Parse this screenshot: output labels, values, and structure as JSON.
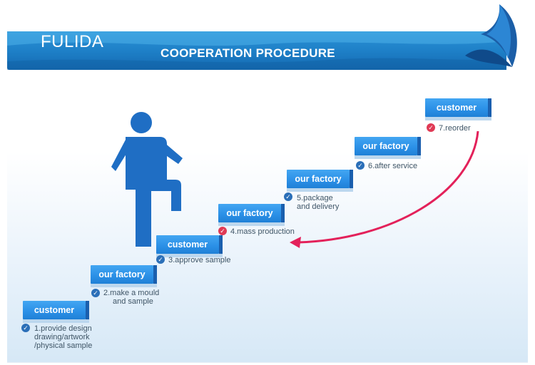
{
  "brand": "FULIDA",
  "banner_title": "COOPERATION PROCEDURE",
  "colors": {
    "banner": "#1d7ec6",
    "step_box": "#2a8fe6",
    "check_blue": "#2b6fb8",
    "check_red": "#e03a55",
    "figure": "#1f6ec4",
    "arrow": "#e3215a"
  },
  "steps": [
    {
      "box": "customer",
      "desc": [
        "1.provide design",
        "drawing/artwork",
        "/physical sample"
      ],
      "check_icon": "blue-check-icon"
    },
    {
      "box": "our factory",
      "desc": [
        "2.make a mould",
        "and sample"
      ],
      "check_icon": "blue-check-icon"
    },
    {
      "box": "customer",
      "desc": [
        "3.approve sample"
      ],
      "check_icon": "blue-check-icon"
    },
    {
      "box": "our factory",
      "desc": [
        "4.mass production"
      ],
      "check_icon": "red-check-icon"
    },
    {
      "box": "our factory",
      "desc": [
        "5.package",
        "and delivery"
      ],
      "check_icon": "blue-check-icon"
    },
    {
      "box": "our factory",
      "desc": [
        "6.after service"
      ],
      "check_icon": "blue-check-icon"
    },
    {
      "box": "customer",
      "desc": [
        "7.reorder"
      ],
      "check_icon": "red-check-icon"
    }
  ],
  "icons": {
    "figure": "climbing-person-icon",
    "arrow": "curved-arrow-icon",
    "logo_leaf": "leaf-logo-icon"
  }
}
